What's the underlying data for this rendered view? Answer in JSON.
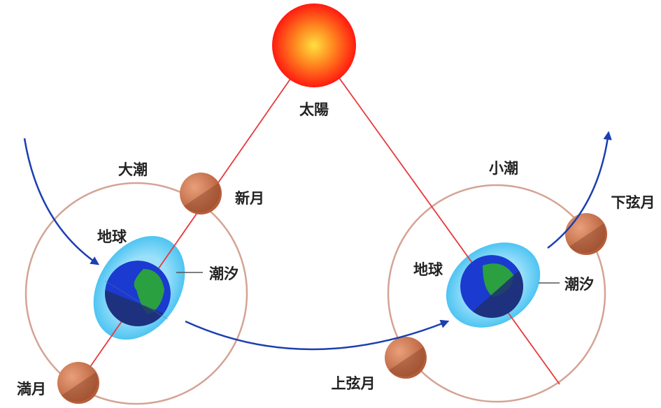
{
  "labels": {
    "sun": "太陽",
    "spring_tide": "大潮",
    "new_moon": "新月",
    "earth_left": "地球",
    "tide_left": "潮汐",
    "full_moon": "満月",
    "neap_tide": "小潮",
    "last_quarter": "下弦月",
    "earth_right": "地球",
    "tide_right": "潮汐",
    "first_quarter": "上弦月"
  },
  "colors": {
    "sun": "#ff2a10",
    "orbit": "#d4a394",
    "sight_line": "#e8383c",
    "arrow": "#1a3fb0",
    "tide": "#6fd0f5",
    "moon": "#c8704a"
  }
}
